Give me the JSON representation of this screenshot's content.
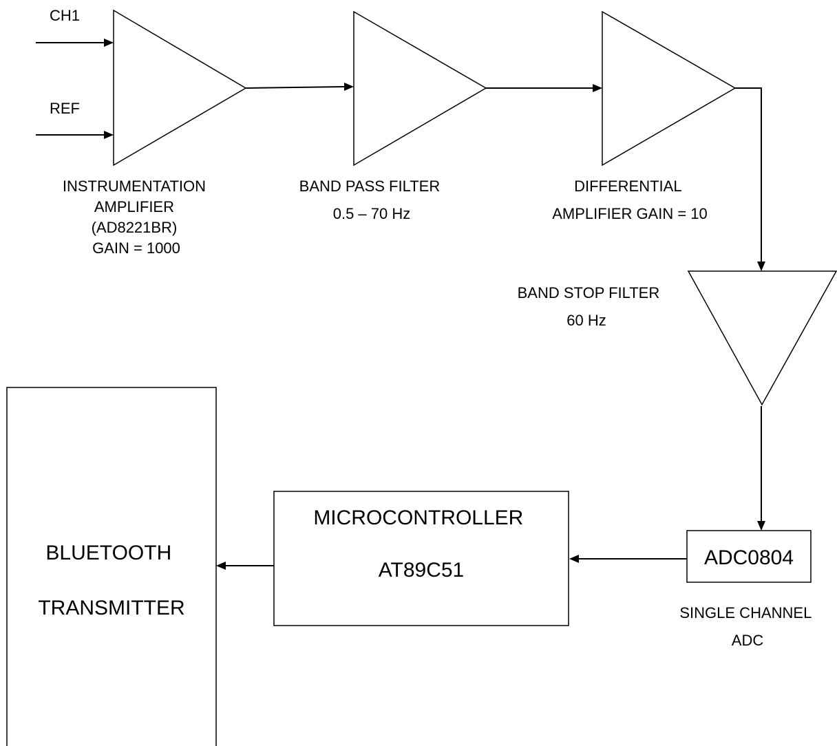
{
  "inputs": {
    "ch1": "CH1",
    "ref": "REF"
  },
  "stages": {
    "instrumentation_amplifier": {
      "lines": [
        "INSTRUMENTATION",
        "AMPLIFIER",
        "(AD8221BR)",
        "GAIN = 1000"
      ]
    },
    "band_pass_filter": {
      "lines": [
        "BAND PASS FILTER",
        "0.5 – 70 Hz"
      ]
    },
    "differential_amplifier": {
      "lines": [
        "DIFFERENTIAL",
        "AMPLIFIER GAIN = 10"
      ]
    },
    "band_stop_filter": {
      "lines": [
        "BAND STOP FILTER",
        "60 Hz"
      ]
    },
    "adc": {
      "box_label": "ADC0804",
      "caption_lines": [
        "SINGLE CHANNEL",
        "ADC"
      ]
    },
    "microcontroller": {
      "lines": [
        "MICROCONTROLLER",
        "AT89C51"
      ]
    },
    "bluetooth_transmitter": {
      "lines": [
        "BLUETOOTH",
        "TRANSMITTER"
      ]
    }
  },
  "colors": {
    "stroke": "#000000",
    "background": "#ffffff"
  }
}
